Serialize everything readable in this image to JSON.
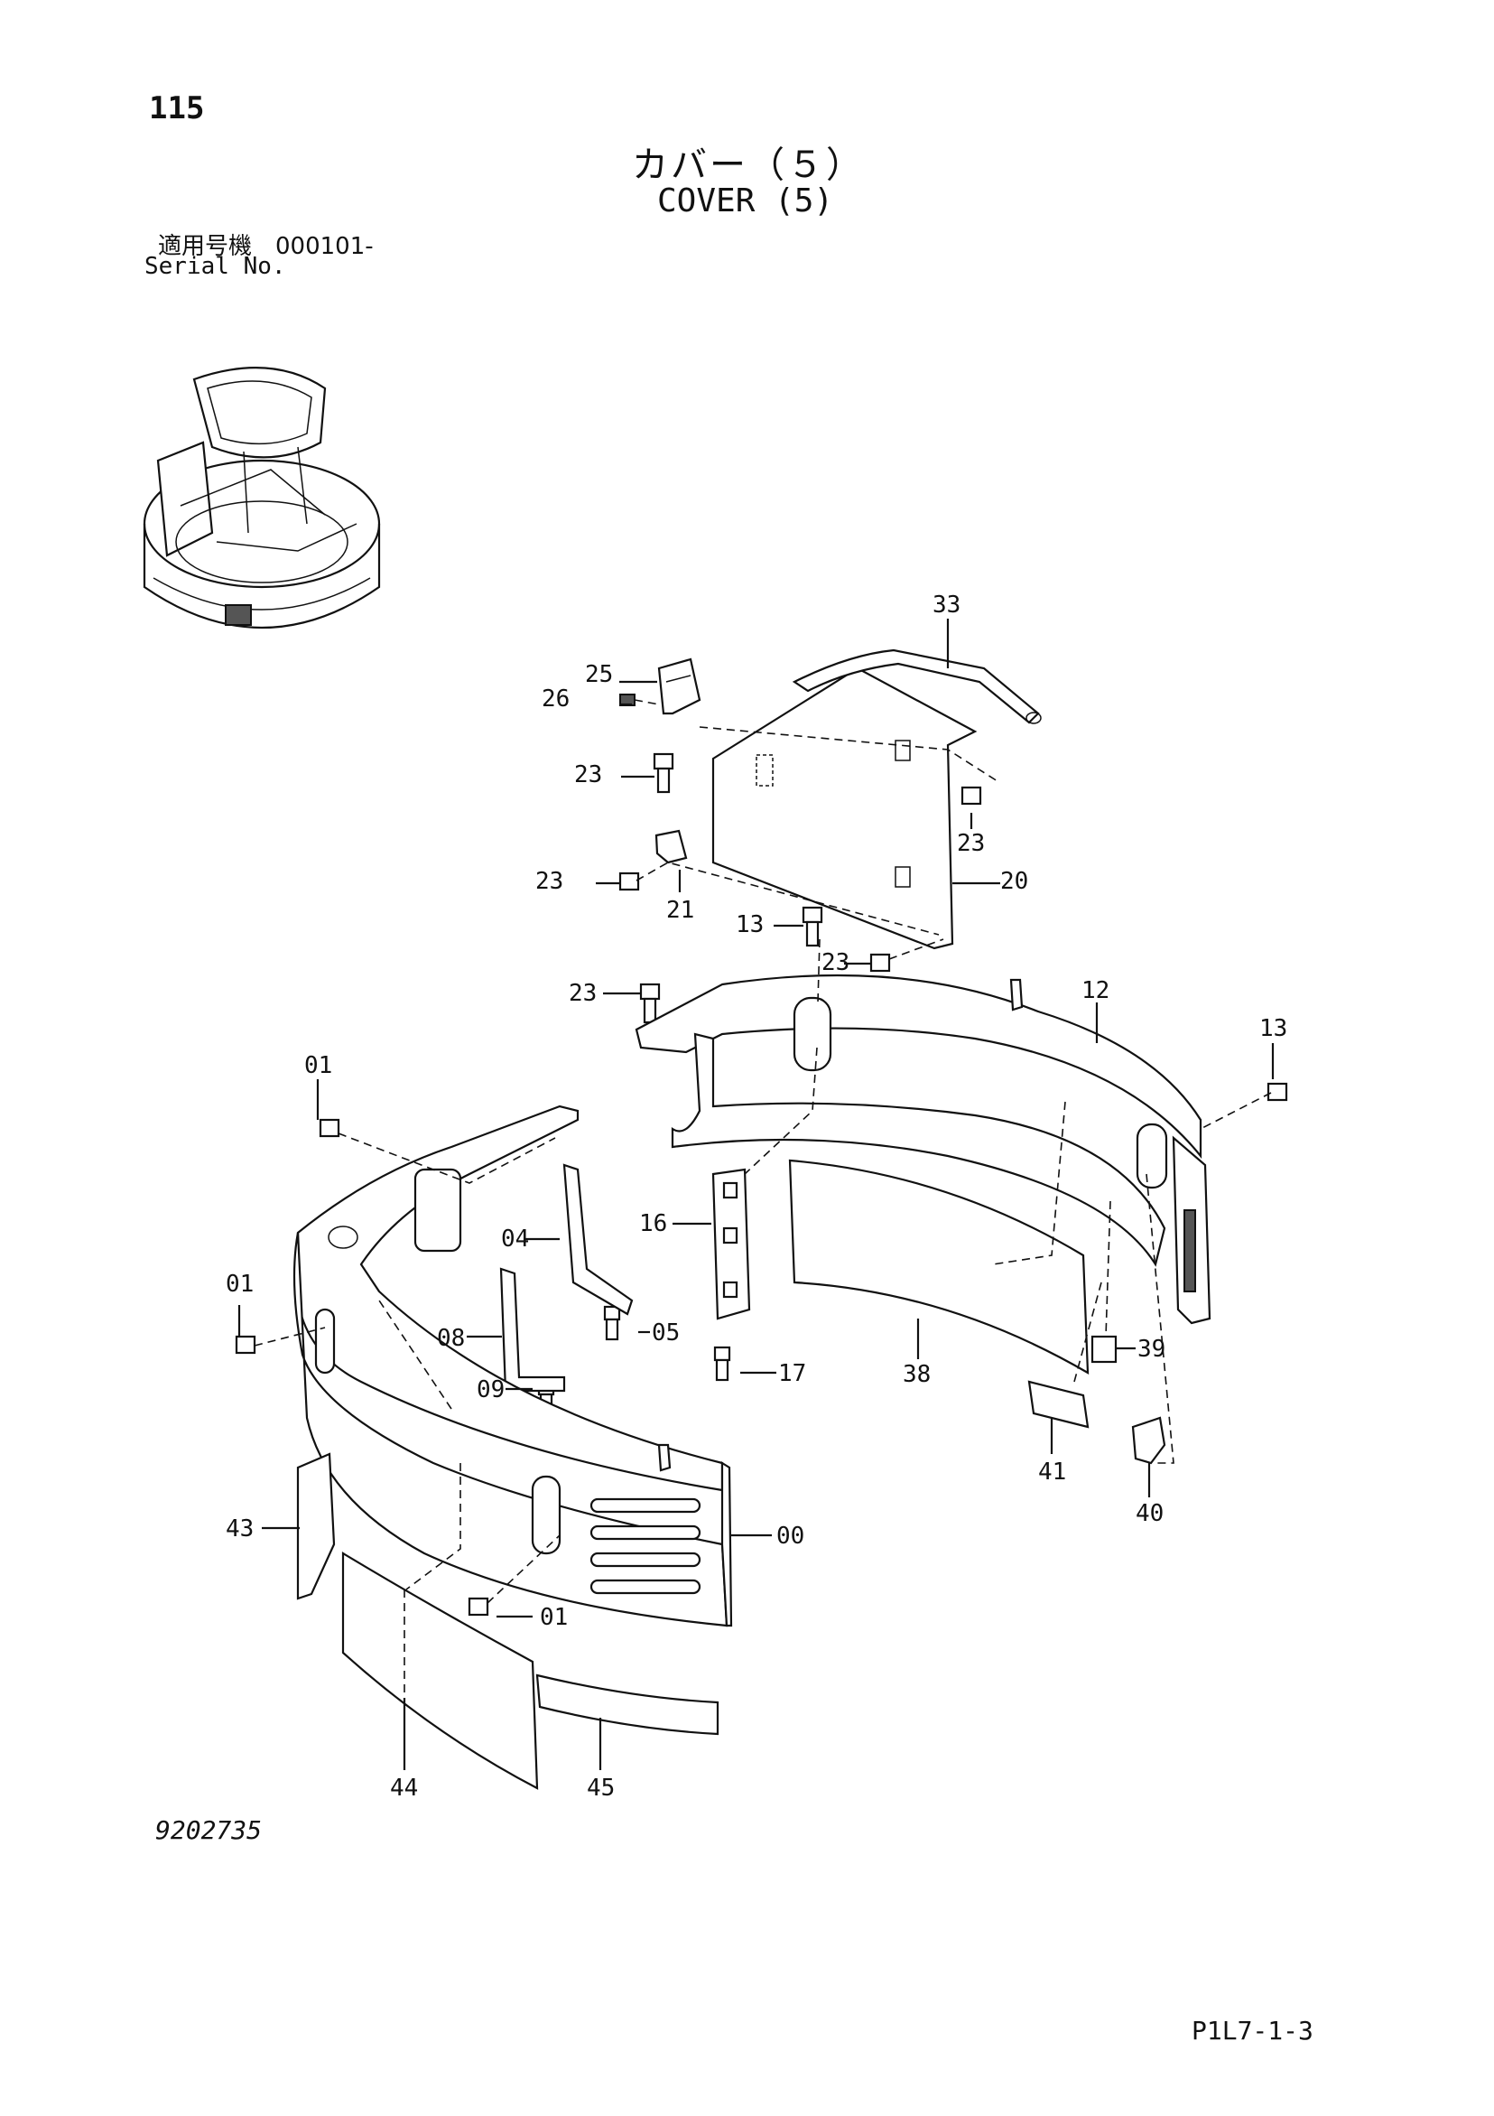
{
  "header": {
    "page_number": "115",
    "title_jp": "カバー（５）",
    "title_en": "COVER (5)",
    "serial_label_jp": "適用号機　000101-",
    "serial_label_en": "Serial No."
  },
  "footer": {
    "drawing_number": "9202735",
    "page_ref": "P1L7-1-3"
  },
  "callouts": {
    "c33": "33",
    "c25": "25",
    "c26": "26",
    "c23a": "23",
    "c23b": "23",
    "c23c": "23",
    "c23d": "23",
    "c23e": "23",
    "c21": "21",
    "c20": "20",
    "c13a": "13",
    "c13b": "13",
    "c12": "12",
    "c01a": "01",
    "c01b": "01",
    "c01c": "01",
    "c04": "04",
    "c16": "16",
    "c08": "08",
    "c05": "05",
    "c09": "09",
    "c17": "17",
    "c38": "38",
    "c39": "39",
    "c41": "41",
    "c40": "40",
    "c43": "43",
    "c00": "00",
    "c44": "44",
    "c45": "45"
  }
}
